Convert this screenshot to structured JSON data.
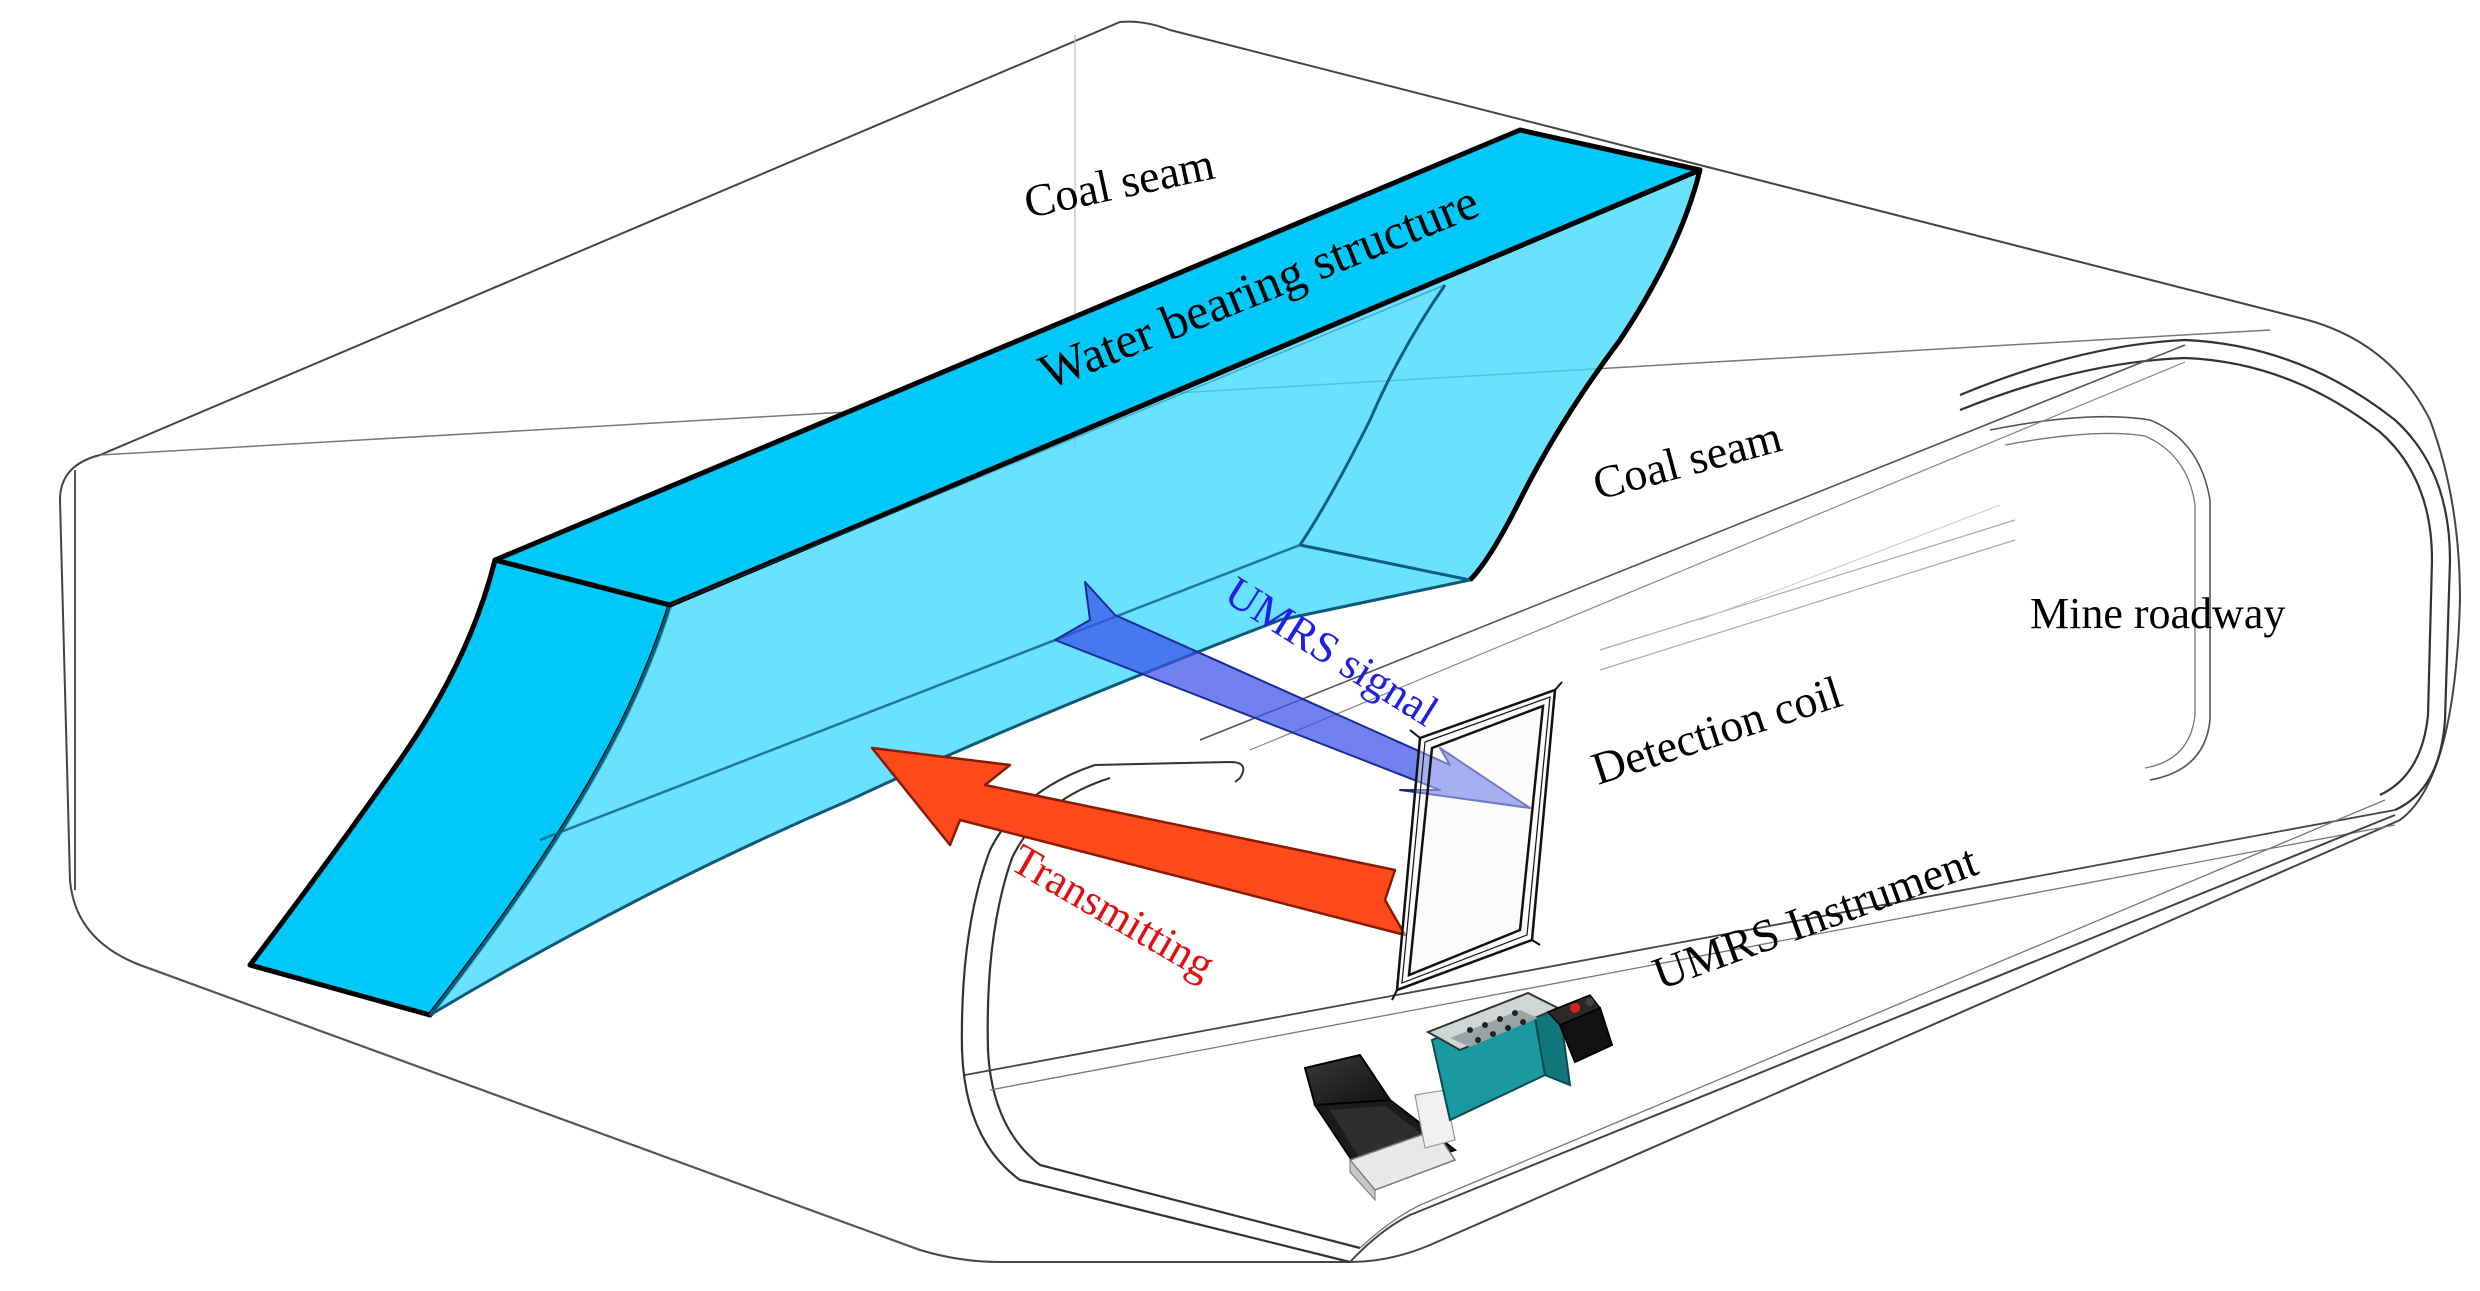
{
  "labels": {
    "coal_seam_top": "Coal seam",
    "water_bearing": "Water bearing structure",
    "coal_seam_right": "Coal seam",
    "mine_roadway": "Mine roadway",
    "umrs_signal": "UMRS signal",
    "detection_coil": "Detection coil",
    "transmitting": "Transmitting",
    "umrs_instrument": "UMRS Instrument"
  },
  "colors": {
    "water_top": "#00c8f8",
    "water_front": "#40d8ff",
    "transmitting_arrow": "#ff4a1c",
    "transmitting_text": "#e01010",
    "signal_arrow": "#3a50e8",
    "signal_text": "#2020e0",
    "instrument_case": "#1a9aa0"
  }
}
